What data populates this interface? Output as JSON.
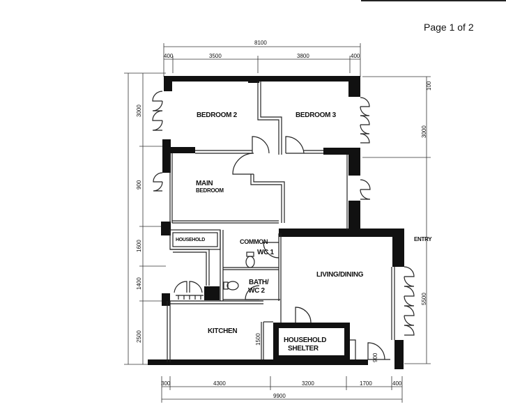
{
  "page": {
    "label": "Page 1 of 2"
  },
  "rooms": {
    "bedroom2": "BEDROOM 2",
    "bedroom3": "BEDROOM 3",
    "main": "MAIN",
    "main_sub": "BEDROOM",
    "store_note": "HOUSEHOLD",
    "common_wc": "COMMON",
    "wc1": "WC 1",
    "bath": "BATH/",
    "wc2": "WC 2",
    "living": "LIVING/DINING",
    "kitchen": "KITCHEN",
    "shelter_1": "HOUSEHOLD",
    "shelter_2": "SHELTER"
  },
  "side_note": "ENTRY",
  "dimensions": {
    "top_total": "8100",
    "top_parts": [
      "400",
      "3500",
      "3800",
      "400"
    ],
    "bottom_total": "9900",
    "bottom_parts": [
      "300",
      "4300",
      "3200",
      "1700",
      "400"
    ],
    "left": [
      "3000",
      "900",
      "1600",
      "1400",
      "2500"
    ],
    "right": [
      "3000",
      "5500"
    ],
    "right_small": "100",
    "kitchen_depth": "1500",
    "door_width": "900"
  }
}
